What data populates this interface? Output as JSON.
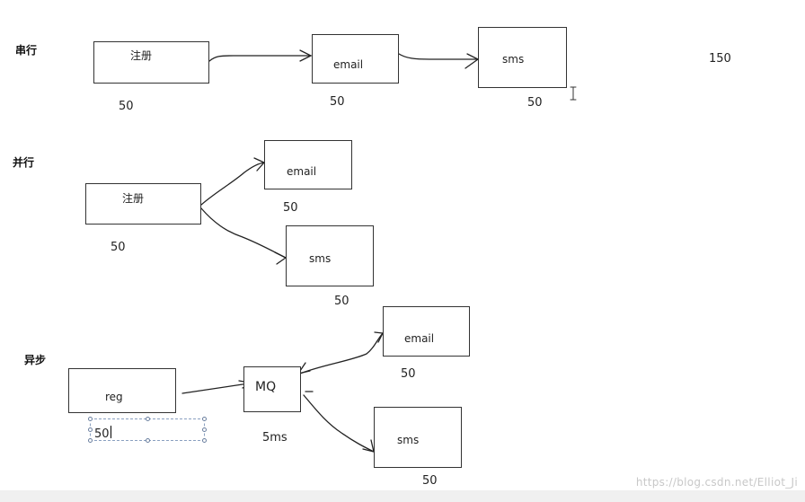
{
  "sections": {
    "serial": "串行",
    "parallel": "并行",
    "async": "异步"
  },
  "serial": {
    "register_label": "注册",
    "email_label": "email",
    "sms_label": "sms",
    "register_time": "50",
    "email_time": "50",
    "sms_time": "50",
    "total_time": "150"
  },
  "parallel": {
    "register_label": "注册",
    "email_label": "email",
    "sms_label": "sms",
    "register_time": "50",
    "email_time": "50",
    "sms_time": "50"
  },
  "async": {
    "reg_label": "reg",
    "mq_label": "MQ",
    "email_label": "email",
    "sms_label": "sms",
    "reg_time": "50",
    "mq_time": "5ms",
    "email_time": "50",
    "sms_time": "50"
  },
  "watermark": "https://blog.csdn.net/Elliot_Ji"
}
